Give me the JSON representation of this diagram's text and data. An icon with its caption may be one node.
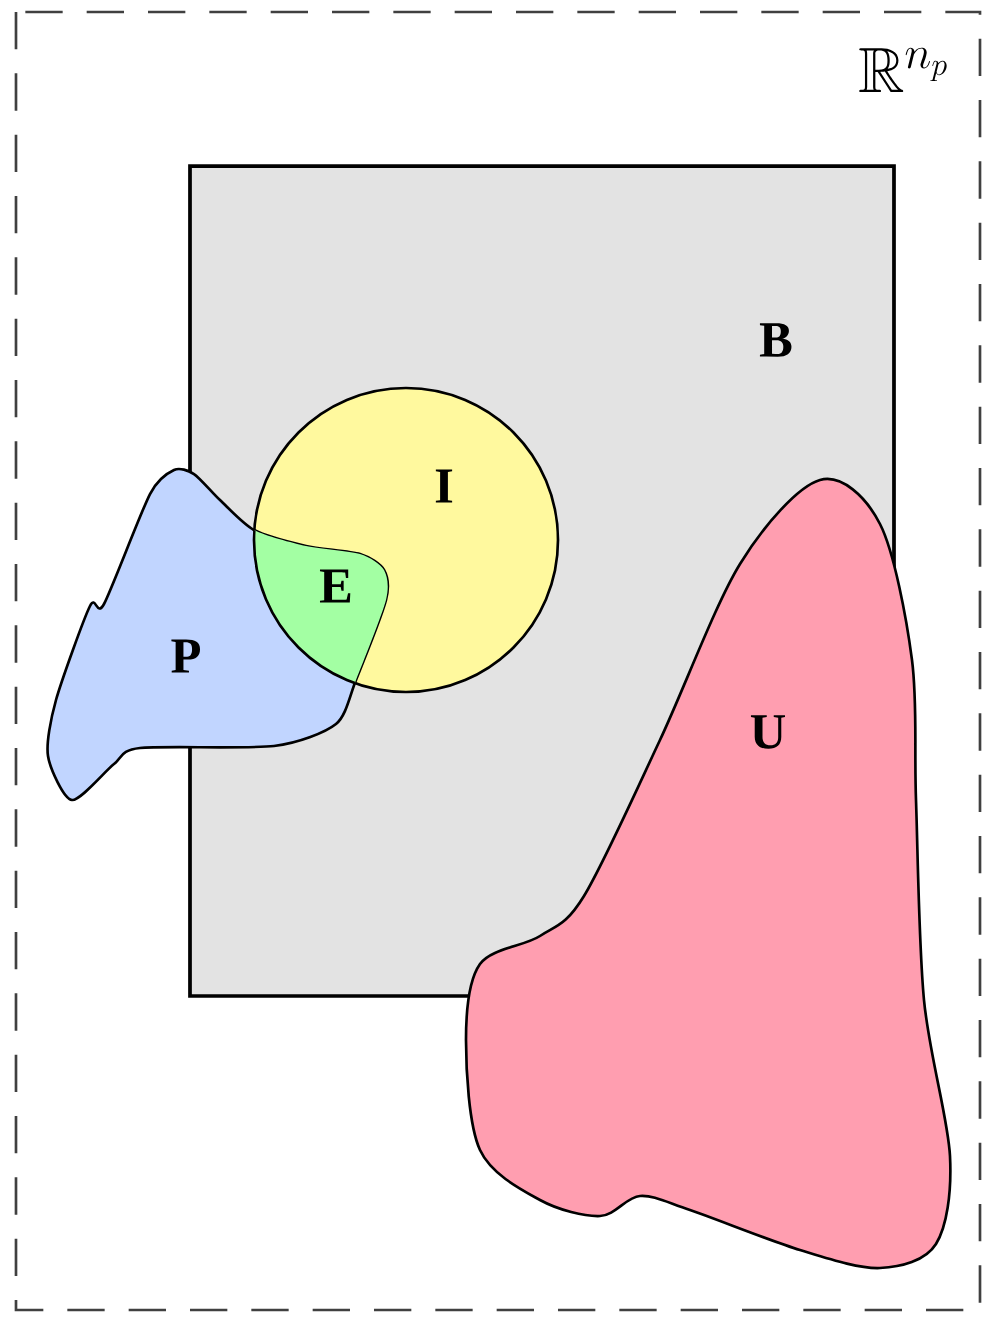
{
  "diagram": {
    "nodes": [
      {
        "text": [
          "\\mathbb{R}^{n_p}"
        ]
      },
      {
        "text": [
          "B"
        ],
        "in": 0
      },
      {
        "text": [
          "I"
        ],
        "in": 1
      },
      {
        "text": [
          "P"
        ],
        "in": 0
      },
      {
        "text": [
          "E"
        ],
        "in": 2
      },
      {
        "text": [
          "U"
        ],
        "in": 0
      }
    ]
  }
}
